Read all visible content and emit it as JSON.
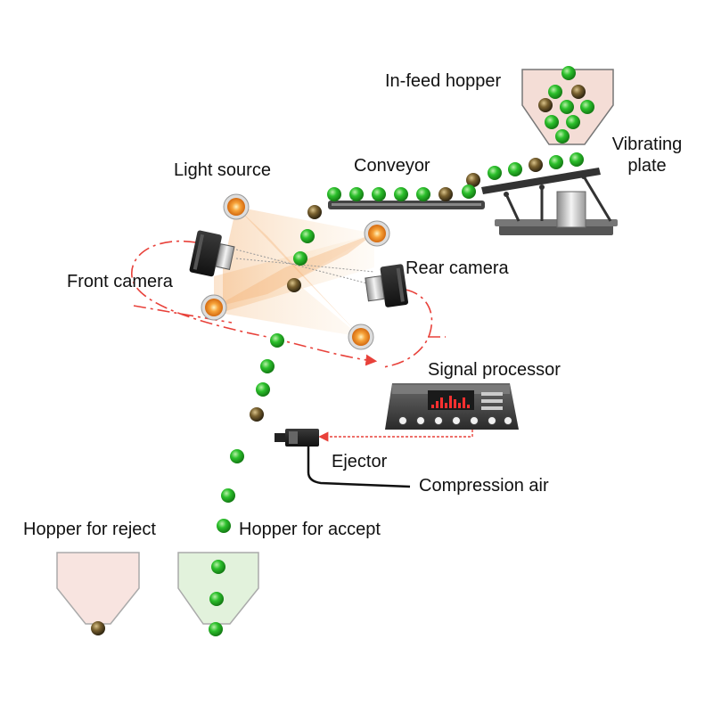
{
  "labels": {
    "infeed_hopper": "In-feed hopper",
    "vibrating_plate_1": "Vibrating",
    "vibrating_plate_2": "plate",
    "conveyor": "Conveyor",
    "light_source": "Light source",
    "front_camera": "Front camera",
    "rear_camera": "Rear camera",
    "signal_processor": "Signal processor",
    "ejector": "Ejector",
    "compression_air": "Compression air",
    "hopper_reject": "Hopper for reject",
    "hopper_accept": "Hopper for accept"
  },
  "colors": {
    "good_bean": "#22b022",
    "bad_bean": "#6b5424",
    "light_beam": "#f0b070",
    "signal_line": "#e8413a",
    "reject_hopper_fill": "#f8e4e0",
    "accept_hopper_fill": "#e2f2dc",
    "infeed_hopper_fill": "#f4ddd6",
    "machine_gray": "#555555"
  },
  "icons": [
    "infeed-hopper-icon",
    "vibrating-plate-icon",
    "conveyor-belt-icon",
    "light-source-icon",
    "front-camera-icon",
    "rear-camera-icon",
    "signal-processor-icon",
    "ejector-nozzle-icon",
    "reject-hopper-icon",
    "accept-hopper-icon"
  ]
}
